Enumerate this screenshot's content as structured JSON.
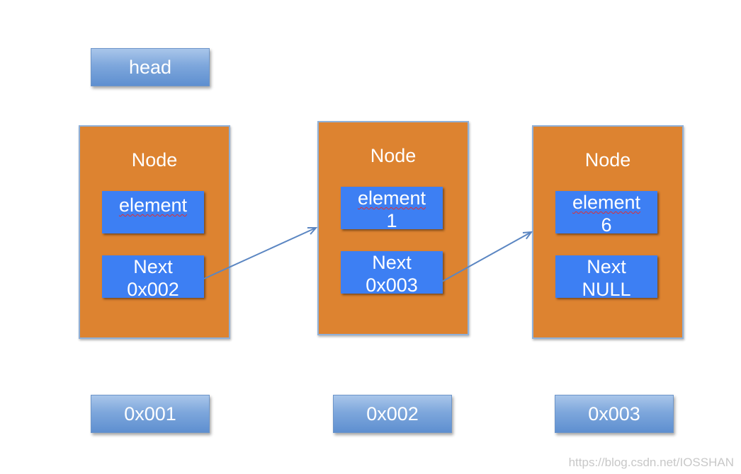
{
  "head_label": "head",
  "nodes": [
    {
      "title": "Node",
      "element_label": "element",
      "element_value": "",
      "next_label": "Next",
      "next_value": "0x002",
      "address": "0x001"
    },
    {
      "title": "Node",
      "element_label": "element",
      "element_value": "1",
      "next_label": "Next",
      "next_value": "0x003",
      "address": "0x002"
    },
    {
      "title": "Node",
      "element_label": "element",
      "element_value": "6",
      "next_label": "Next",
      "next_value": "NULL",
      "address": "0x003"
    }
  ],
  "colors": {
    "node_fill": "#dd8330",
    "field_fill": "#3d7ff3",
    "label_fill": "#7ea7dc",
    "arrow": "#5b86c2",
    "misspell_underline": "#e03030"
  },
  "watermark": "https://blog.csdn.net/IOSSHAN"
}
